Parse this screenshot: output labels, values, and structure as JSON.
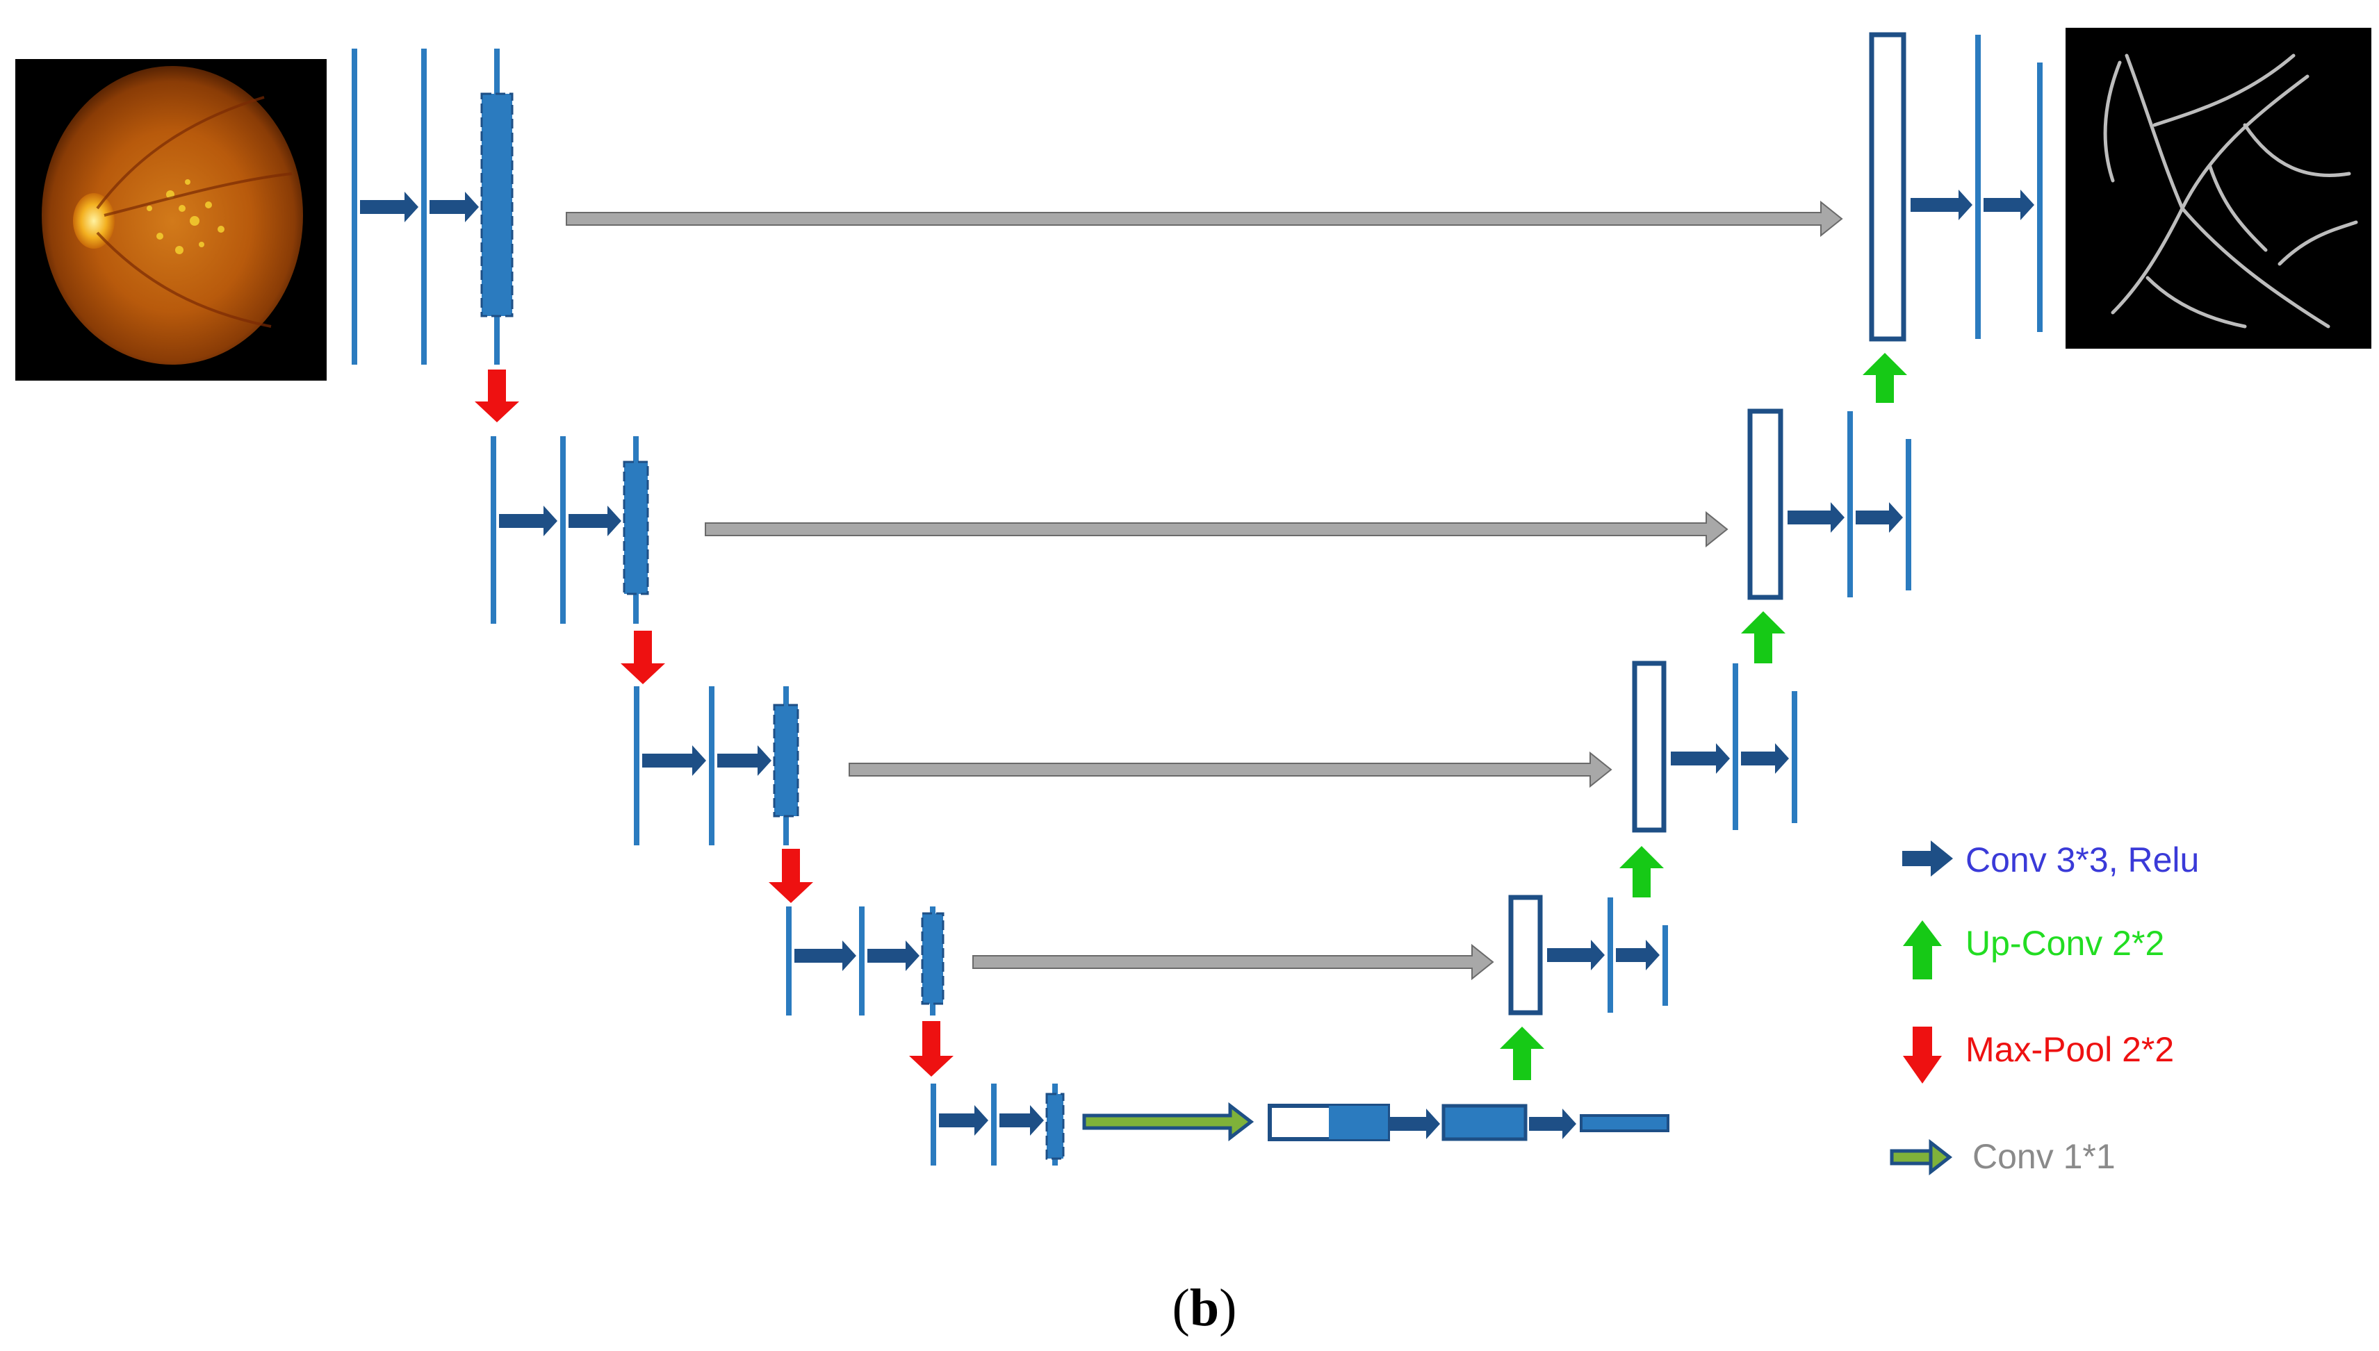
{
  "caption": {
    "open": "(",
    "letter": "b",
    "close": ")"
  },
  "legend": [
    {
      "label": "Conv 3*3, Relu",
      "color": "#3a3ad8",
      "icon": "dark-blue-right-arrow"
    },
    {
      "label": "Up-Conv 2*2",
      "color": "#22dd22",
      "icon": "green-up-arrow"
    },
    {
      "label": "Max-Pool 2*2",
      "color": "#ee1111",
      "icon": "red-down-arrow"
    },
    {
      "label": "Conv 1*1",
      "color": "#8a8a8a",
      "icon": "outlined-green-right-arrow"
    }
  ],
  "colors": {
    "layer": "#2b7bbf",
    "conv_arrow": "#1e4f86",
    "skip_arrow": "#a8a8a8",
    "up_arrow": "#16c916",
    "pool_arrow": "#ee1111",
    "conv1x1_fill": "#7fb23a"
  },
  "images": {
    "input": "fundus-retina-image",
    "output": "vessel-segmentation-mask"
  }
}
